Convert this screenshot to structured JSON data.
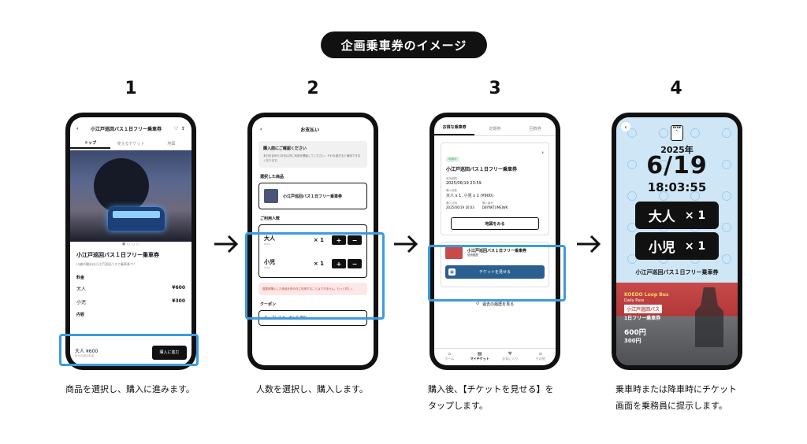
{
  "title": "企画乗車券のイメージ",
  "steps": [
    {
      "number": "1",
      "caption": "商品を選択し、購入に進みます。"
    },
    {
      "number": "2",
      "caption": "人数を選択し、購入します。"
    },
    {
      "number": "3",
      "caption_line1": "購入後、【チケットを見せる】を",
      "caption_line2": "タップします。"
    },
    {
      "number": "4",
      "caption_line1": "乗車時または降車時にチケット",
      "caption_line2": "画面を乗務員に提示します。"
    }
  ],
  "phone1": {
    "back": "‹",
    "header_title": "小江戸巡回バス１日フリー乗車券",
    "tabs": [
      "トップ",
      "使えるチケット",
      "地図"
    ],
    "dots": "● ○ ○ ○",
    "product_name": "小江戸巡回バス１日フリー乗車券",
    "product_sub": "川越の観光は小江戸巡回バスで乗車券で♪",
    "price_label": "料金",
    "rows": [
      {
        "label": "大人",
        "value": "¥600"
      },
      {
        "label": "小児",
        "value": "¥300"
      }
    ],
    "content_label": "内容",
    "footer_price": "大人 ¥600",
    "footer_note": "ほかの券の料金",
    "buy_button": "購入に進む"
  },
  "phone2": {
    "back": "‹",
    "header_title": "お支払い",
    "notice_title": "購入前にご確認ください",
    "notice_text": "本日を含めた28日以内に利用を開始してください。それを過ぎると使用できなくなります。",
    "selected_label": "選択した商品",
    "product_name": "小江戸巡回バス１日フリー乗車券",
    "count_label": "ご利用人数",
    "counts": [
      {
        "label": "大人",
        "price": "¥600",
        "qty": "× 1",
        "plus": "+",
        "minus": "−"
      },
      {
        "label": "小児",
        "price": "¥300",
        "qty": "× 1",
        "plus": "+",
        "minus": "−"
      }
    ],
    "warning": "複数枚購入した商品を別の日に利用することはできません。もっと詳しく",
    "coupon_label": "クーポン",
    "coupon_button": "タップしてクーポンを選択",
    "chevron": "›"
  },
  "phone3": {
    "tabs": [
      "お得な乗車券",
      "定期券",
      "回数券"
    ],
    "badge": "利用中",
    "ticket_name": "小江戸巡回バス１日フリー乗車券",
    "chevron": "›",
    "expiry_label": "有効期限",
    "expiry": "2025/06/19 23:59",
    "count_label": "購入枚数",
    "count": "大人 x 1, 小児 x 1 (¥900)",
    "date_label": "購入日時",
    "date": "2025/06/19 16:03",
    "number_label": "購入番号",
    "number": "D8YNKTUMEJWK",
    "map_button": "地図をみる",
    "ticket2_name": "小江戸巡回バス１日フリー乗車券",
    "ticket2_sub": "使用履歴",
    "show_ticket_button": "チケットを見せる",
    "history_link": "過去の履歴を見る",
    "nav": [
      {
        "icon": "⌂",
        "label": "ホーム"
      },
      {
        "icon": "▤",
        "label": "マイチケット"
      },
      {
        "icon": "♥",
        "label": "お気に入り"
      },
      {
        "icon": "≡",
        "label": "その他"
      }
    ]
  },
  "phone4": {
    "back": "‹",
    "logo": "RYDE",
    "year": "2025年",
    "date": "6/19",
    "time": "18:03:55",
    "adult": "大人",
    "adult_qty": "× 1",
    "child": "小児",
    "child_qty": "× 1",
    "ticket_name": "小江戸巡回バス１日フリー乗車券",
    "ad_title": "KOEDO Loop Bus",
    "ad_sub": "Daily Pass",
    "ad_name": "小江戸巡回バス",
    "ad_name2": "1日フリー乗車券",
    "ad_adult_price": "600円",
    "ad_child_price": "300円"
  }
}
